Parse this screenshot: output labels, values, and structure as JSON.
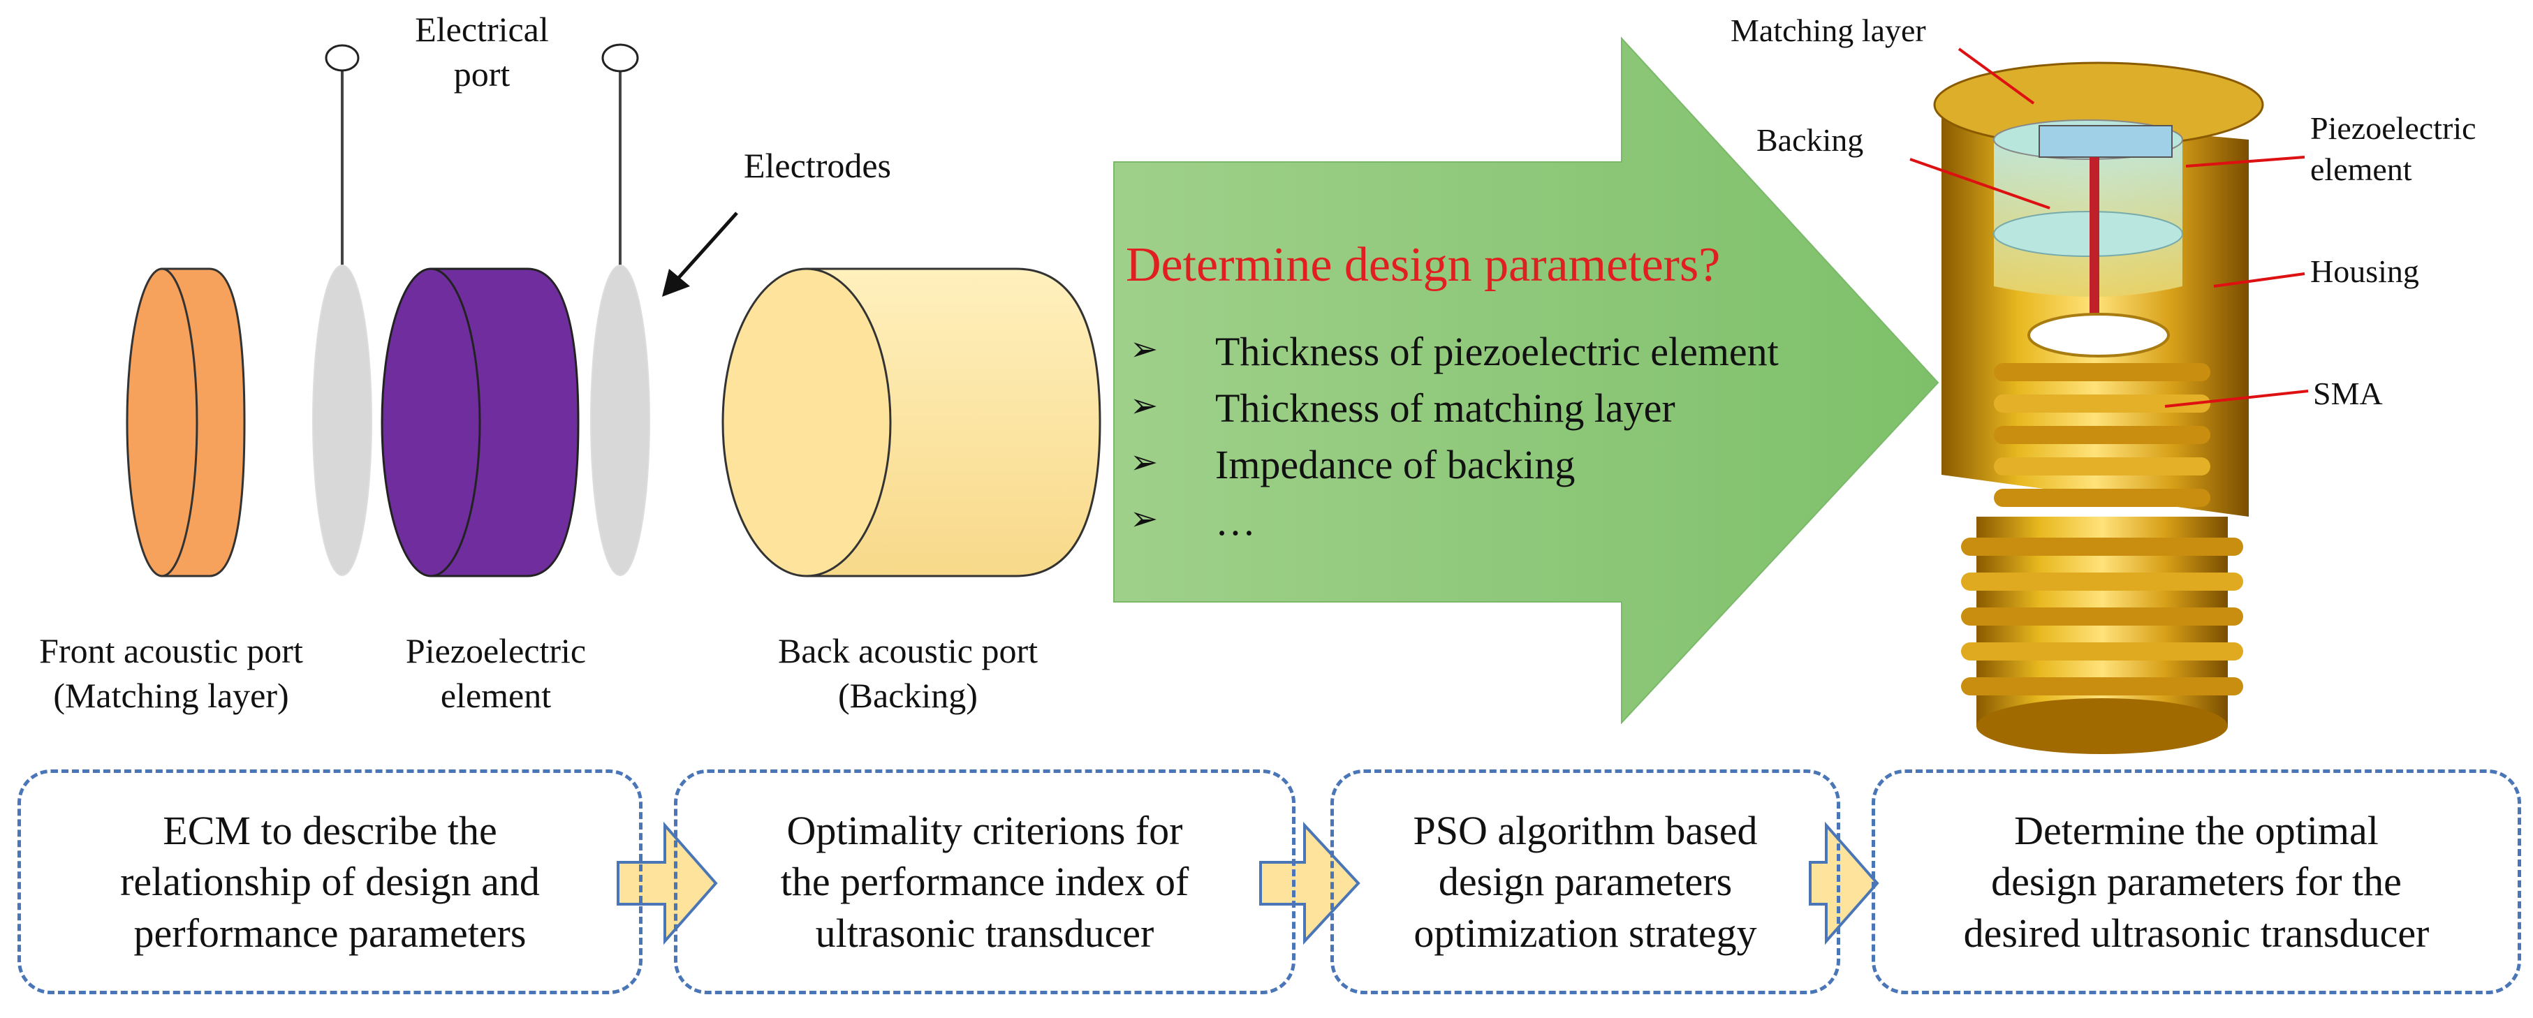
{
  "diagram": {
    "labels": {
      "electrical_port": [
        "Electrical",
        "port"
      ],
      "electrodes": "Electrodes",
      "front_acoustic_port": [
        "Front acoustic port",
        "(Matching layer)"
      ],
      "piezoelectric_element": [
        "Piezoelectric",
        "element"
      ],
      "back_acoustic_port": [
        "Back acoustic port",
        "(Backing)"
      ]
    },
    "design_question": "Determine design parameters?",
    "bullet_items": [
      "Thickness of piezoelectric element",
      "Thickness of matching layer",
      "Impedance of backing",
      "…"
    ],
    "transducer_labels": {
      "matching_layer": "Matching layer",
      "backing": "Backing",
      "piezoelectric_element": [
        "Piezoelectric",
        "element"
      ],
      "housing": "Housing",
      "sma": "SMA"
    },
    "workflow_steps": [
      [
        "ECM to describe the",
        "relationship  of design and",
        "performance parameters"
      ],
      [
        "Optimality criterions for",
        "the performance index of",
        "ultrasonic transducer"
      ],
      [
        "PSO algorithm based",
        "design parameters",
        "optimization strategy"
      ],
      [
        "Determine the optimal",
        "design parameters for the",
        "desired ultrasonic transducer"
      ]
    ]
  },
  "colors": {
    "matching_layer": "#f6a15c",
    "piezo": "#6f2d9e",
    "electrode": "#d8d8d8",
    "backing": "#fde39b",
    "big_arrow": "#8fc97a",
    "question_text": "#e02020",
    "dashed_border": "#4a76b8",
    "flow_arrow": "#fde39b",
    "gold": "#e0b020",
    "leader_line": "#dd1111"
  }
}
